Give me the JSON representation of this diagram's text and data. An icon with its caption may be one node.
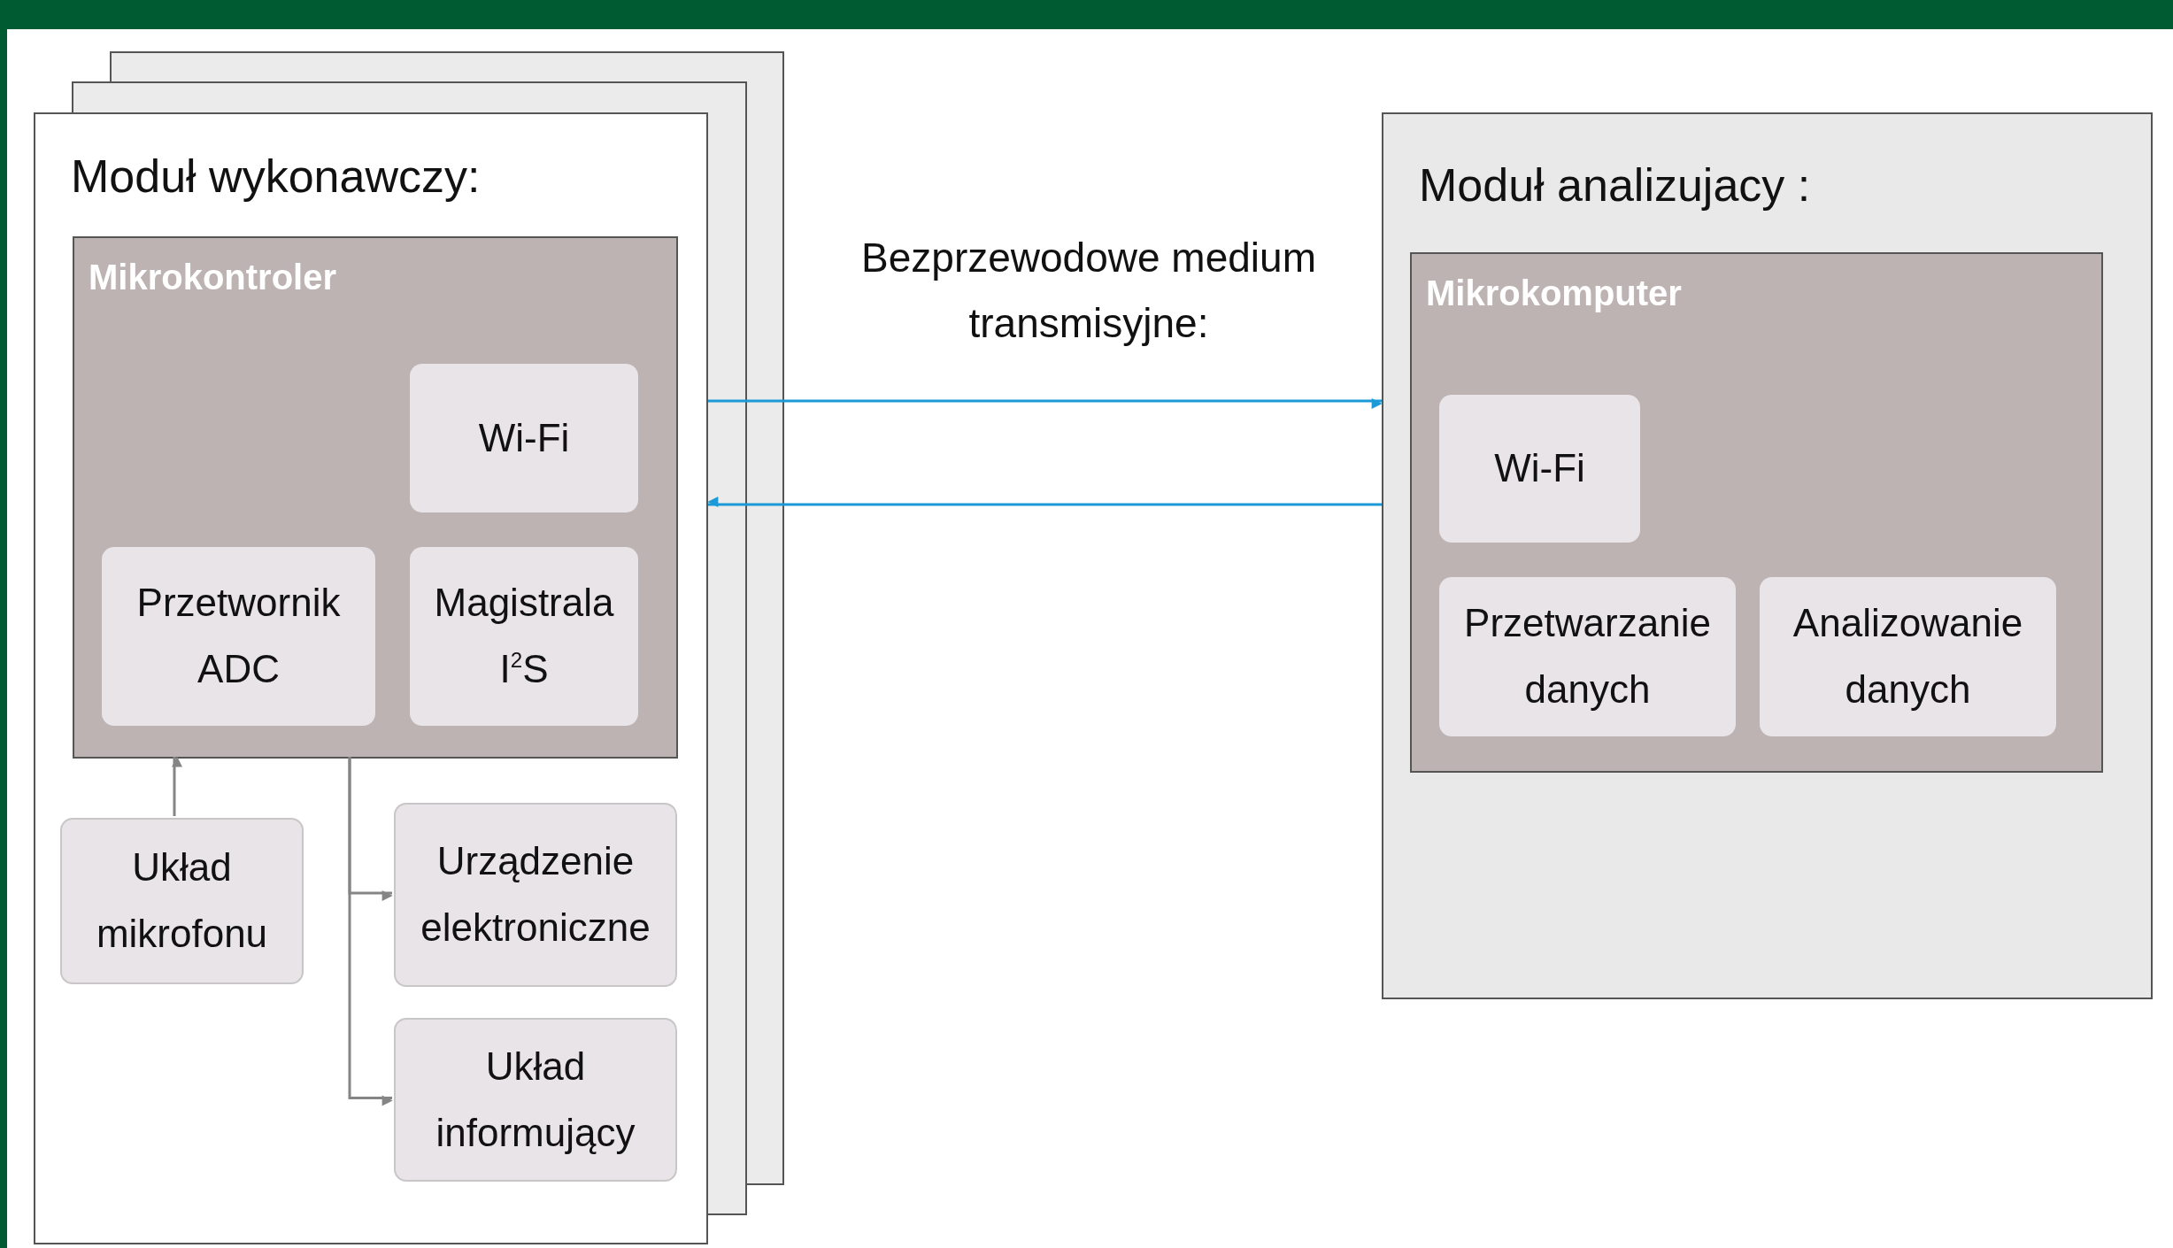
{
  "diagram": {
    "nodes": [
      {
        "text": [
          "Moduł wykonawczy:"
        ]
      },
      {
        "text": [
          "Mikrokontroler"
        ],
        "in": 0
      },
      {
        "text": [
          "Wi-Fi"
        ],
        "in": 1
      },
      {
        "text": [
          "Przetwornik ADC"
        ],
        "in": 1
      },
      {
        "text": [
          "Magistrala I$^{2}$S"
        ],
        "in": 1
      },
      {
        "text": [
          "Układ mikrofonu"
        ],
        "in": 0
      },
      {
        "text": [
          "Urządzenie elektroniczne"
        ],
        "in": 0
      },
      {
        "text": [
          "Układ informujący"
        ],
        "in": 0
      },
      {
        "text": [
          "Moduł analizujacy :"
        ]
      },
      {
        "text": [
          "Mikrokomputer"
        ],
        "in": 8
      },
      {
        "text": [
          "Wi-Fi"
        ],
        "in": 9
      },
      {
        "text": [
          "Przetwarzanie danych"
        ],
        "in": 9
      },
      {
        "text": [
          "Analizowanie danych"
        ],
        "in": 9
      }
    ],
    "edges": [
      {
        "from": 5,
        "to": 1,
        "arrow": "to"
      },
      {
        "from": 1,
        "to": 6,
        "arrow": "to"
      },
      {
        "from": 1,
        "to": 7,
        "arrow": "to"
      },
      {
        "from": 0,
        "to": 8,
        "arrow": "to",
        "color": "#1a9ad6"
      },
      {
        "from": 8,
        "to": 0,
        "arrow": "to",
        "color": "#1a9ad6"
      }
    ],
    "labels": [
      "Bezprzewodowe medium transmisyjne:"
    ]
  }
}
